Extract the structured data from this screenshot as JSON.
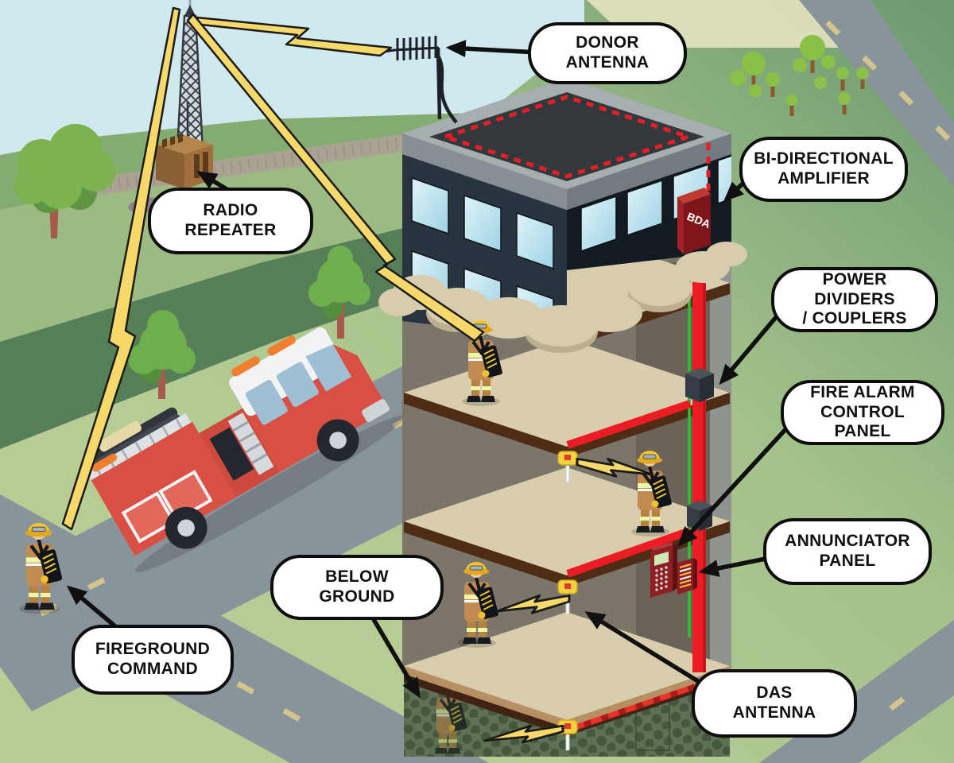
{
  "callouts": {
    "donor_antenna": {
      "label": "DONOR\nANTENNA"
    },
    "bi_directional_amplifier": {
      "label": "BI-DIRECTIONAL\nAMPLIFIER"
    },
    "power_dividers": {
      "label": "POWER DIVIDERS\n/ COUPLERS"
    },
    "fire_alarm_control_panel": {
      "label": "FIRE ALARM\nCONTROL PANEL"
    },
    "annunciator_panel": {
      "label": "ANNUNCIATOR\nPANEL"
    },
    "das_antenna": {
      "label": "DAS\nANTENNA"
    },
    "below_ground": {
      "label": "BELOW\nGROUND"
    },
    "fireground_command": {
      "label": "FIREGROUND\nCOMMAND"
    },
    "radio_repeater": {
      "label": "RADIO\nREPEATER"
    }
  },
  "building": {
    "bda_box_label": "BDA"
  },
  "colors": {
    "callout_bg": "#ffffff",
    "callout_border": "#0e0e0e",
    "riser_cable_red": "#ec1c24",
    "roof_cable_red": "#e81e25",
    "signal_wire_green": "#22c52b",
    "lightning_yellow": "#f6d96a",
    "bda_box_red": "#8c2025",
    "sky_blue": "#cfe9ef"
  }
}
